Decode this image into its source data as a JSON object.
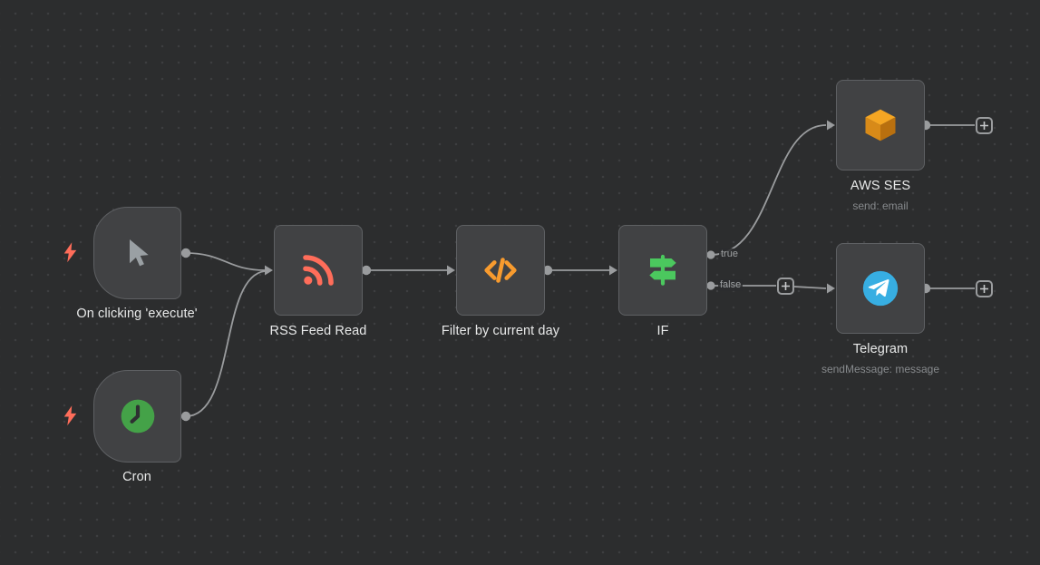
{
  "colors": {
    "connector": "#9a9c9e",
    "bolt": "#ff6d5a",
    "cursor": "#9aa0a4",
    "cron_green": "#44a248",
    "rss": "#ff6d5a",
    "code": "#f89b2e",
    "if_green": "#4bc85e",
    "aws_orange": "#f5a623",
    "telegram_blue": "#37aee2",
    "node_fill": "#414244",
    "canvas_bg": "#2c2d2e"
  },
  "nodes": {
    "manual_trigger": {
      "label": "On clicking 'execute'"
    },
    "cron": {
      "label": "Cron"
    },
    "rss": {
      "label": "RSS Feed Read"
    },
    "filter": {
      "label": "Filter by current day"
    },
    "if": {
      "label": "IF",
      "true_label": "true",
      "false_label": "false"
    },
    "aws_ses": {
      "label": "AWS SES",
      "subtitle": "send: email"
    },
    "telegram": {
      "label": "Telegram",
      "subtitle": "sendMessage: message"
    }
  }
}
